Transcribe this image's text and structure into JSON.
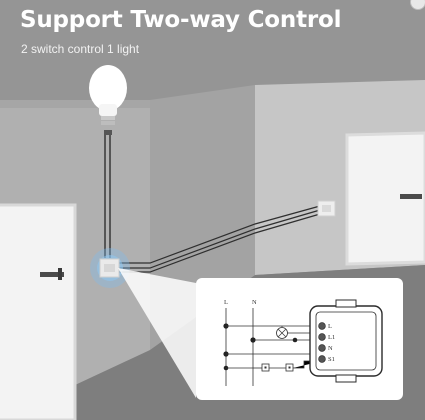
{
  "banner": {
    "title": "Support Two-way Control",
    "subtitle": "2 switch control 1 light"
  },
  "wiring": {
    "line_labels": [
      "L",
      "N"
    ],
    "terminals": [
      "L",
      "L1",
      "N",
      "S1"
    ]
  },
  "colors": {
    "wall_left": "#adadad",
    "wall_right": "#c4c4c4",
    "floor": "#7d7d7d",
    "ceiling": "#8f8f8f",
    "door": "#f4f4f4",
    "handle": "#4a4a4a",
    "switch_glow": "#6fb8f0"
  },
  "icons": [
    "light-bulb-icon",
    "wall-switch-icon",
    "smart-switch-module-icon",
    "lamp-symbol-icon"
  ]
}
